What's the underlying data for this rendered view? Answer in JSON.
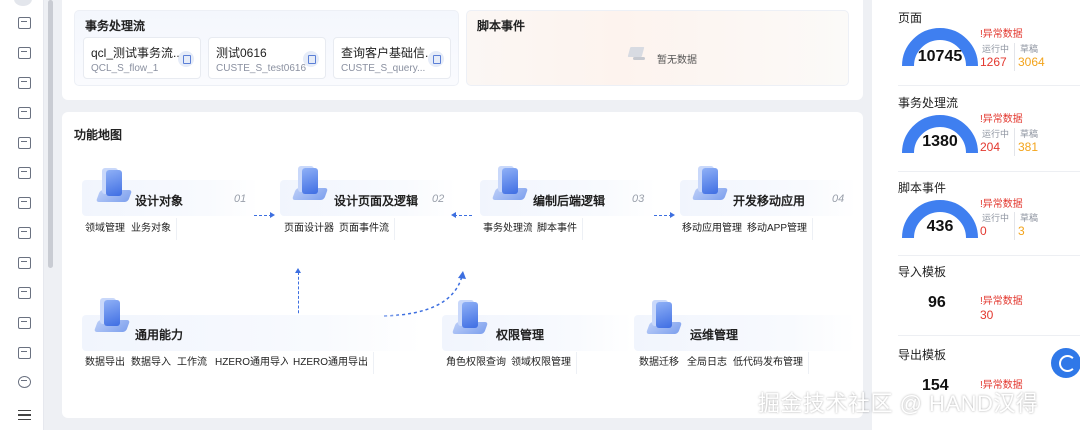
{
  "colors": {
    "accent": "#3f7ff0",
    "abnormal": "#e3382f",
    "draft": "#f3a41c"
  },
  "rail": {
    "icons": [
      "dashboard-icon",
      "calendar-icon",
      "calendar-icon",
      "mail-icon",
      "folder-icon",
      "layers-icon",
      "list-icon",
      "image-icon",
      "import-icon",
      "table-icon",
      "layout-icon",
      "settings-panel-icon",
      "photo-icon",
      "monitor-icon",
      "collapse-menu-icon"
    ]
  },
  "transaction_flow": {
    "title": "事务处理流",
    "cards": [
      {
        "name": "qcl_测试事务流...",
        "code": "QCL_S_flow_1",
        "icon": "doc-icon"
      },
      {
        "name": "测试0616",
        "code": "CUSTE_S_test0616",
        "icon": "doc-icon"
      },
      {
        "name": "查询客户基础信...",
        "code": "CUSTE_S_query...",
        "icon": "doc-icon"
      }
    ]
  },
  "script_events": {
    "title": "脚本事件",
    "empty_text": "暂无数据"
  },
  "function_map": {
    "title": "功能地图",
    "modules": [
      {
        "title": "设计对象",
        "num": "01",
        "tags": [
          "领域管理",
          "业务对象"
        ]
      },
      {
        "title": "设计页面及逻辑",
        "num": "02",
        "tags": [
          "页面设计器",
          "页面事件流"
        ]
      },
      {
        "title": "编制后端逻辑",
        "num": "03",
        "tags": [
          "事务处理流",
          "脚本事件"
        ]
      },
      {
        "title": "开发移动应用",
        "num": "04",
        "tags": [
          "移动应用管理",
          "移动APP管理"
        ]
      },
      {
        "title": "通用能力",
        "tags": [
          "数据导出",
          "数据导入",
          "工作流",
          "HZERO通用导入",
          "HZERO通用导出"
        ]
      },
      {
        "title": "权限管理",
        "tags": [
          "角色权限查询",
          "领域权限管理"
        ]
      },
      {
        "title": "运维管理",
        "tags": [
          "数据迁移",
          "全局日志",
          "低代码发布管理"
        ]
      }
    ]
  },
  "stats": [
    {
      "label": "页面",
      "value": "10745",
      "abnormal": "!异常数据",
      "running_label": "运行中",
      "running": "1267",
      "draft_label": "草稿",
      "draft": "3064",
      "gauge_fill": 1.0
    },
    {
      "label": "事务处理流",
      "value": "1380",
      "abnormal": "!异常数据",
      "running_label": "运行中",
      "running": "204",
      "draft_label": "草稿",
      "draft": "381",
      "gauge_fill": 1.0
    },
    {
      "label": "脚本事件",
      "value": "436",
      "abnormal": "!异常数据",
      "running_label": "运行中",
      "running": "0",
      "draft_label": "草稿",
      "draft": "3",
      "gauge_fill": 1.0
    },
    {
      "label": "导入模板",
      "value": "96",
      "abnormal": "!异常数据",
      "abnormal_count": "30"
    },
    {
      "label": "导出模板",
      "value": "154",
      "abnormal": "!异常数据"
    }
  ],
  "watermark": "掘金技术社区 @ HAND汉得"
}
